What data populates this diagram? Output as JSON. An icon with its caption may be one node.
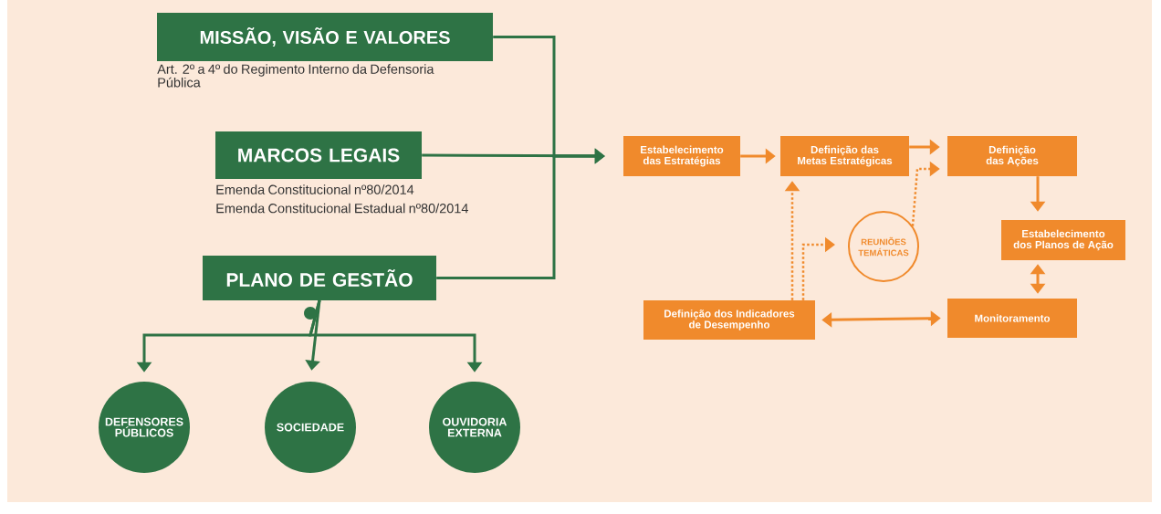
{
  "diagram": {
    "nodes": [
      {
        "text": [
          "MISSÃO, VISÃO E VALORES"
        ],
        "beside": [
          "Art. 2º a 4º do Regimento Interno da Defensoria Pública"
        ]
      },
      {
        "text": [
          "MARCOS LEGAIS"
        ],
        "beside": [
          "Emenda Constitucional nº80/2014",
          "Emenda Constitucional Estadual nº80/2014"
        ]
      },
      {
        "text": [
          "PLANO DE GESTÃO"
        ]
      },
      {
        "text": [
          "Estabelecimento das Estratégias"
        ]
      },
      {
        "text": [
          "Definição das Metas Estratégicas"
        ]
      },
      {
        "text": [
          "Definição das Ações"
        ]
      },
      {
        "text": [
          "Estabelecimento dos Planos de Ação"
        ]
      },
      {
        "text": [
          "Monitoramento"
        ]
      },
      {
        "text": [
          "Definição dos Indicadores de Desempenho"
        ]
      },
      {
        "text": [
          "REUNIÕES TEMÁTICAS"
        ]
      },
      {
        "text": [
          "DEFENSORES PÚBLICOS"
        ]
      },
      {
        "text": [
          "SOCIEDADE"
        ]
      },
      {
        "text": [
          "OUVIDORIA EXTERNA"
        ]
      }
    ],
    "edges": [
      {
        "from": 0,
        "to": 3,
        "arrow": "to",
        "color": "#2e7345"
      },
      {
        "from": 1,
        "to": 3,
        "arrow": "to",
        "color": "#2e7345"
      },
      {
        "from": 2,
        "to": 3,
        "arrow": "to",
        "color": "#2e7345"
      },
      {
        "from": 3,
        "to": 4,
        "arrow": "to"
      },
      {
        "from": 4,
        "to": 5,
        "arrow": "to"
      },
      {
        "from": 5,
        "to": 6,
        "arrow": "to"
      },
      {
        "from": 6,
        "to": 7,
        "arrow": "both"
      },
      {
        "from": 8,
        "to": 7,
        "arrow": "both"
      },
      {
        "from": 8,
        "to": 4,
        "arrow": "to",
        "style": "dashed"
      },
      {
        "from": 8,
        "to": 9,
        "arrow": "to",
        "style": "dashed"
      },
      {
        "from": 9,
        "to": 5,
        "arrow": "to",
        "style": "dashed"
      },
      {
        "from": 2,
        "to": 10,
        "arrow": "to",
        "color": "#2e7345"
      },
      {
        "from": 2,
        "to": 11,
        "arrow": "to",
        "color": "#2e7345"
      },
      {
        "from": 2,
        "to": 12,
        "arrow": "to",
        "color": "#2e7345"
      }
    ]
  }
}
